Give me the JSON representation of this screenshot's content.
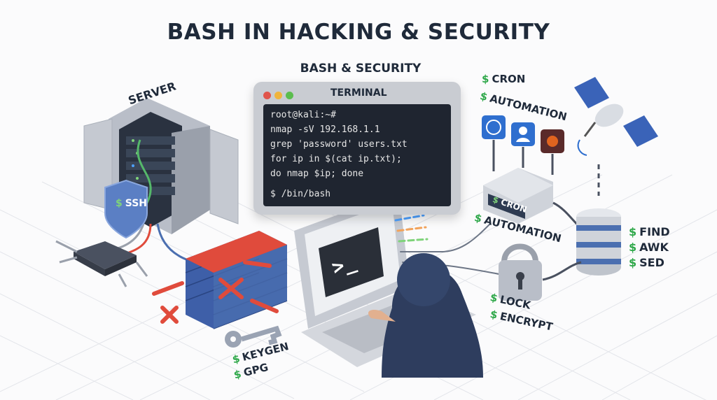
{
  "title": "BASH IN HACKING & SECURITY",
  "subtitle": "BASH & SECURITY",
  "server_label": "SERVER",
  "ssh_shield": "SSH",
  "terminal": {
    "title": "TERMINAL",
    "prompt": "root@kali:~#",
    "lines": [
      "nmap -sV 192.168.1.1",
      "grep 'password' users.txt",
      "for ip in $(cat ip.txt);",
      "do nmap $ip; done"
    ],
    "bash_prompt": "$ /bin/bash"
  },
  "cron_labels": {
    "top_cron": "CRON",
    "top_automation": "AUTOMATION",
    "device": "CRON",
    "bottom_automation": "AUTOMATION"
  },
  "db_labels": [
    "FIND",
    "AWK",
    "SED"
  ],
  "lock_labels": [
    "LOCK",
    "ENCRYPT"
  ],
  "key_labels": [
    "KEYGEN",
    "GPG"
  ],
  "dollar": "$",
  "colors": {
    "accent_green": "#2fa84a",
    "firewall_red": "#e04b3c",
    "brick_blue": "#4b6fb0"
  }
}
